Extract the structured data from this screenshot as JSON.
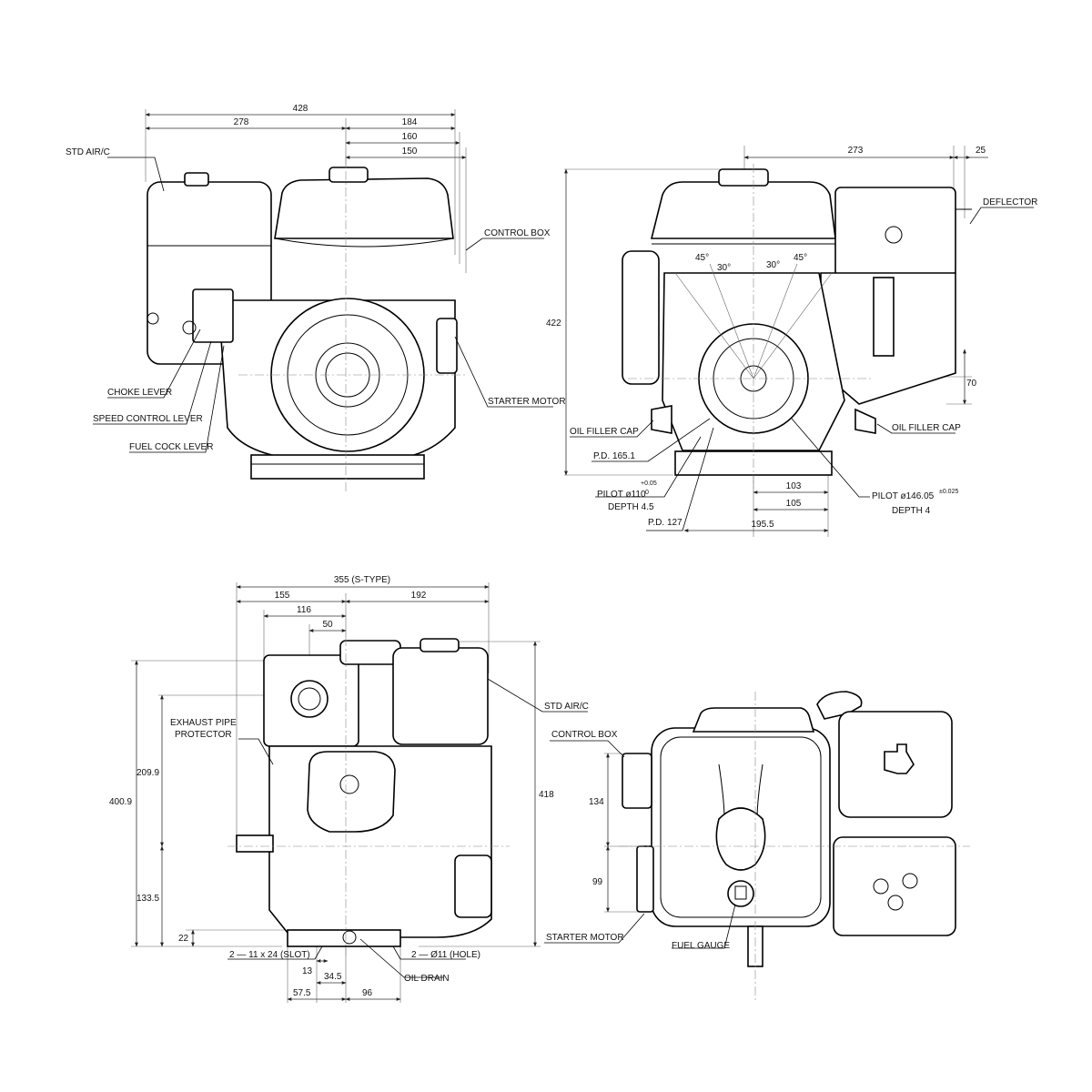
{
  "views": {
    "top_left": {
      "dims": {
        "d428": "428",
        "d278": "278",
        "d184": "184",
        "d160": "160",
        "d150": "150"
      },
      "labels": {
        "std_air_c": "STD AIR/C",
        "control_box": "CONTROL BOX",
        "choke_lever": "CHOKE LEVER",
        "speed_control_lever": "SPEED CONTROL LEVER",
        "fuel_cock_lever": "FUEL COCK LEVER",
        "starter_motor": "STARTER MOTOR"
      }
    },
    "top_right": {
      "dims": {
        "d273": "273",
        "d25": "25",
        "d422": "422",
        "d70": "70",
        "d103": "103",
        "d105": "105",
        "d195_5": "195.5",
        "a45_left": "45°",
        "a30_left": "30°",
        "a30_right": "30°",
        "a45_right": "45°"
      },
      "labels": {
        "deflector": "DEFLECTOR",
        "oil_filler_cap_left": "OIL FILLER CAP",
        "oil_filler_cap_right": "OIL FILLER CAP",
        "pd_165_1": "P.D. 165.1",
        "pilot_110": "PILOT  ø110",
        "pilot_110_tol_up": "+0.05",
        "pilot_110_tol_dn": "0",
        "depth_4_5": "DEPTH  4.5",
        "pd_127": "P.D. 127",
        "pilot_146": "PILOT  ø146.05",
        "pilot_146_tol": "±0.025",
        "depth_4": "DEPTH  4"
      }
    },
    "bottom_left": {
      "dims": {
        "d355": "355 (S-TYPE)",
        "d155": "155",
        "d192": "192",
        "d116": "116",
        "d50": "50",
        "d400_9": "400.9",
        "d209_9": "209.9",
        "d133_5": "133.5",
        "d22": "22",
        "d418": "418",
        "d13": "13",
        "d34_5": "34.5",
        "d57_5": "57.5",
        "d96": "96"
      },
      "labels": {
        "exhaust_pipe_protector_1": "EXHAUST PIPE",
        "exhaust_pipe_protector_2": "PROTECTOR",
        "std_air_c": "STD AIR/C",
        "slot": "2 — 11 x 24 (SLOT)",
        "hole": "2 — Ø11 (HOLE)",
        "oil_drain": "OIL DRAIN"
      }
    },
    "bottom_right": {
      "dims": {
        "d134": "134",
        "d99": "99"
      },
      "labels": {
        "control_box": "CONTROL BOX",
        "starter_motor": "STARTER MOTOR",
        "fuel_gauge": "FUEL GAUGE"
      }
    }
  }
}
